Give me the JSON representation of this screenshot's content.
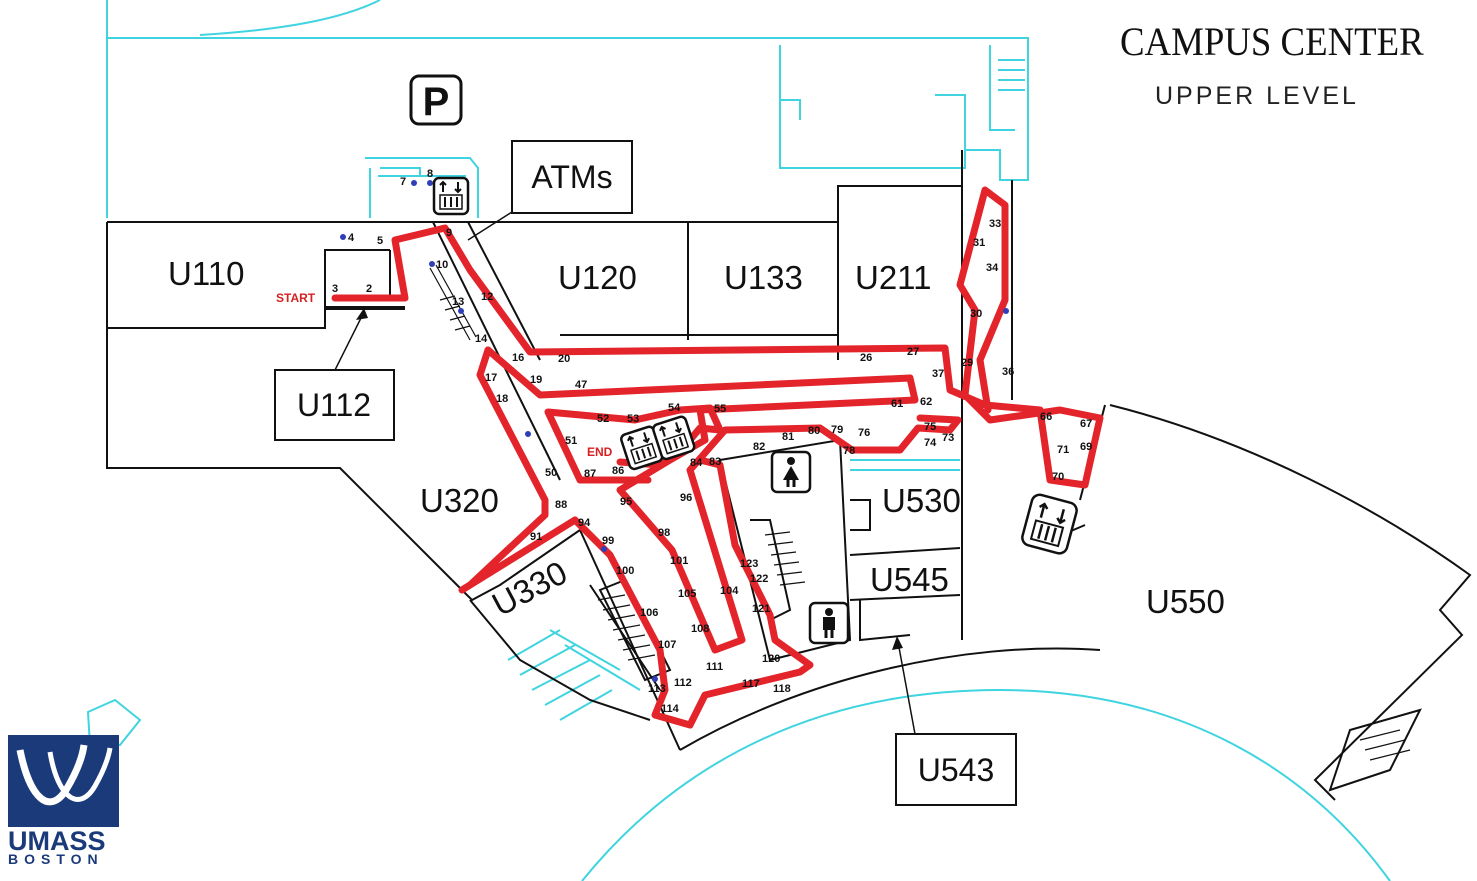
{
  "map": {
    "title": "CAMPUS CENTER",
    "subtitle": "UPPER LEVEL",
    "parking_symbol": "P",
    "start_label": "START",
    "end_label": "END",
    "rooms": {
      "u110": "U110",
      "u120": "U120",
      "u133": "U133",
      "u211": "U211",
      "u320": "U320",
      "u330": "U330",
      "u530": "U530",
      "u545": "U545",
      "u550": "U550"
    },
    "callouts": {
      "atms": "ATMs",
      "u112": "U112",
      "u543": "U543"
    },
    "waypoints": [
      "2",
      "3",
      "4",
      "5",
      "7",
      "8",
      "9",
      "10",
      "12",
      "13",
      "14",
      "16",
      "17",
      "18",
      "19",
      "20",
      "26",
      "27",
      "29",
      "30",
      "31",
      "33",
      "34",
      "36",
      "37",
      "47",
      "50",
      "51",
      "52",
      "53",
      "54",
      "55",
      "61",
      "62",
      "66",
      "67",
      "69",
      "70",
      "71",
      "73",
      "74",
      "75",
      "76",
      "78",
      "79",
      "80",
      "81",
      "82",
      "83",
      "84",
      "86",
      "87",
      "88",
      "91",
      "94",
      "95",
      "96",
      "98",
      "99",
      "100",
      "101",
      "104",
      "105",
      "106",
      "107",
      "108",
      "111",
      "112",
      "113",
      "114",
      "117",
      "118",
      "120",
      "121",
      "122",
      "123"
    ],
    "colors": {
      "route": "#e3242b",
      "building_outline": "#3fd4e0",
      "walls": "#111111",
      "label_red": "#d62020",
      "waypoint_dot": "#2e3fb8",
      "logo_blue": "#1b3a7a"
    },
    "icons": [
      "parking-icon",
      "elevator-icon",
      "mens-restroom-icon",
      "womens-restroom-icon",
      "stairs-icon",
      "umass-logo"
    ],
    "logo": {
      "text": "UMASS",
      "sub": "BOSTON"
    }
  }
}
